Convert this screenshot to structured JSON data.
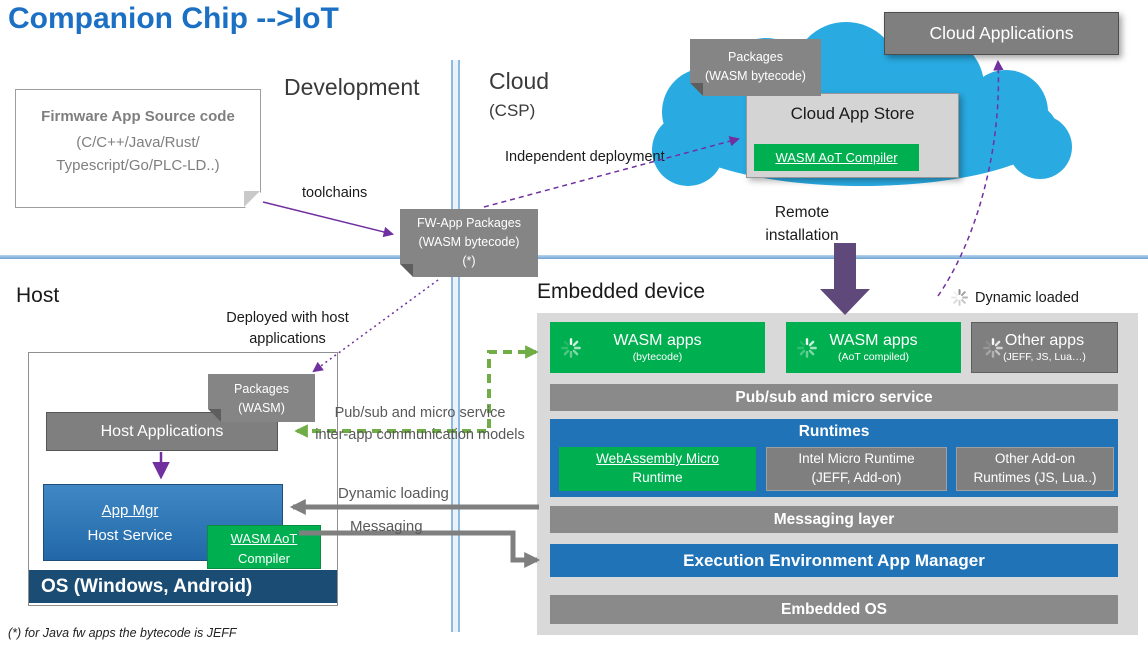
{
  "title": "Companion Chip -->IoT",
  "labels": {
    "development": "Development",
    "cloud": "Cloud",
    "csp": "(CSP)",
    "host": "Host",
    "embedded_device": "Embedded device",
    "toolchains": "toolchains",
    "independent_deployment": "Independent deployment",
    "remote_installation": "Remote installation",
    "dynamic_loaded": "Dynamic loaded",
    "deployed_line1": "Deployed with host",
    "deployed_line2": "applications",
    "pubsub_note1": "Pub/sub and micro service",
    "pubsub_note2": "inter-app communication models",
    "dynamic_loading": "Dynamic loading",
    "messaging": "Messaging",
    "footnote": "(*) for Java fw apps the bytecode is JEFF"
  },
  "development_area": {
    "firmware_title": "Firmware App Source code",
    "firmware_langs1": "(C/C++/Java/Rust/",
    "firmware_langs2": "Typescript/Go/PLC-LD..)",
    "fw_packages_line1": "FW-App Packages",
    "fw_packages_line2": "(WASM bytecode)",
    "fw_packages_line3": "(*)"
  },
  "cloud_area": {
    "cloud_applications": "Cloud Applications",
    "packages_line1": "Packages",
    "packages_line2": "(WASM bytecode)",
    "app_store": "Cloud App Store",
    "aot_compiler": "WASM AoT Compiler"
  },
  "host_area": {
    "packages_line1": "Packages",
    "packages_line2": "(WASM)",
    "host_applications": "Host Applications",
    "app_mgr_line1": "App Mgr",
    "app_mgr_line2": "Host Service",
    "aot_line1": "WASM AoT",
    "aot_line2": "Compiler",
    "os": "OS (Windows, Android)"
  },
  "embedded": {
    "apps": [
      {
        "title": "WASM apps",
        "sub": "(bytecode)"
      },
      {
        "title": "WASM apps",
        "sub": "(AoT compiled)"
      },
      {
        "title": "Other apps",
        "sub": "(JEFF, JS, Lua…)"
      }
    ],
    "pubsub_bar": "Pub/sub and micro service",
    "runtimes_title": "Runtimes",
    "runtimes": [
      {
        "line1": "WebAssembly Micro",
        "line2": "Runtime"
      },
      {
        "line1": "Intel Micro Runtime",
        "line2": "(JEFF, Add-on)"
      },
      {
        "line1": "Other Add-on",
        "line2": "Runtimes (JS, Lua..)"
      }
    ],
    "messaging_bar": "Messaging layer",
    "exec_bar": "Execution Environment App Manager",
    "os_bar": "Embedded OS"
  },
  "colors": {
    "title_blue": "#1B70C4",
    "green": "#00B050",
    "gray": "#7F7F7F",
    "panel_gray": "#D9D9D9",
    "bar_blue": "#2173B8",
    "os_dark_blue": "#1A4C74",
    "cloud_cyan": "#29ABE2",
    "purple": "#7030A0",
    "big_arrow_purple": "#5F497A",
    "arrow_green": "#70AD47",
    "divider_blue": "#8FB9E2"
  }
}
